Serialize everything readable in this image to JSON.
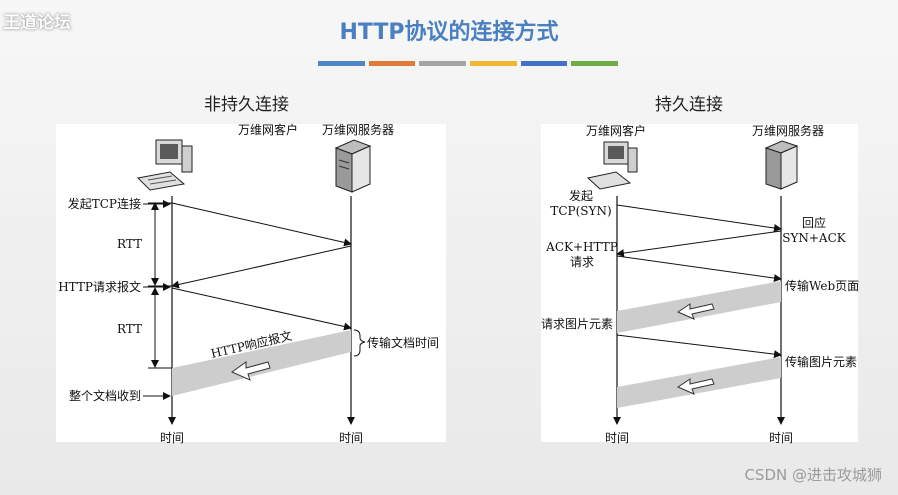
{
  "title": "HTTP协议的连接方式",
  "watermark": "王道论坛",
  "credit": "CSDN @进击攻城狮",
  "strip_colors": [
    "#4f86c6",
    "#e07b39",
    "#a5a5a5",
    "#f2b731",
    "#4472c4",
    "#70ad47"
  ],
  "left": {
    "heading": "非持久连接",
    "client": "万维网客户",
    "server": "万维网服务器",
    "start": "发起TCP连接",
    "rtt1": "RTT",
    "request": "HTTP请求报文",
    "rtt2": "RTT",
    "response": "HTTP响应报文",
    "transfer": "传输文档时间",
    "received": "整个文档收到",
    "time_client": "时间",
    "time_server": "时间"
  },
  "right": {
    "heading": "持久连接",
    "client": "万维网客户",
    "server": "万维网服务器",
    "syn_line1": "发起",
    "syn_line2": "TCP(SYN)",
    "reply_line1": "回应",
    "reply_line2": "SYN+ACK",
    "ack_line1": "ACK+HTTP",
    "ack_line2": "请求",
    "web_page": "传输Web页面",
    "img_request": "请求图片元素",
    "img_transfer": "传输图片元素",
    "time_client": "时间",
    "time_server": "时间"
  }
}
